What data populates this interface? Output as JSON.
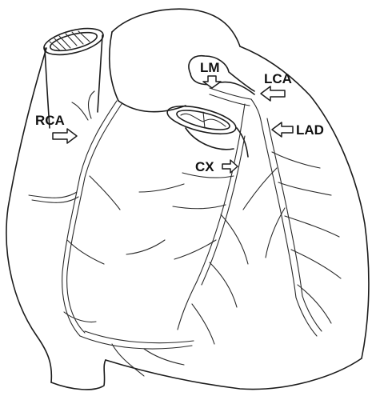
{
  "labels": {
    "lm": "LM",
    "lca": "LCA",
    "rca": "RCA",
    "lad": "LAD",
    "cx": "CX"
  }
}
